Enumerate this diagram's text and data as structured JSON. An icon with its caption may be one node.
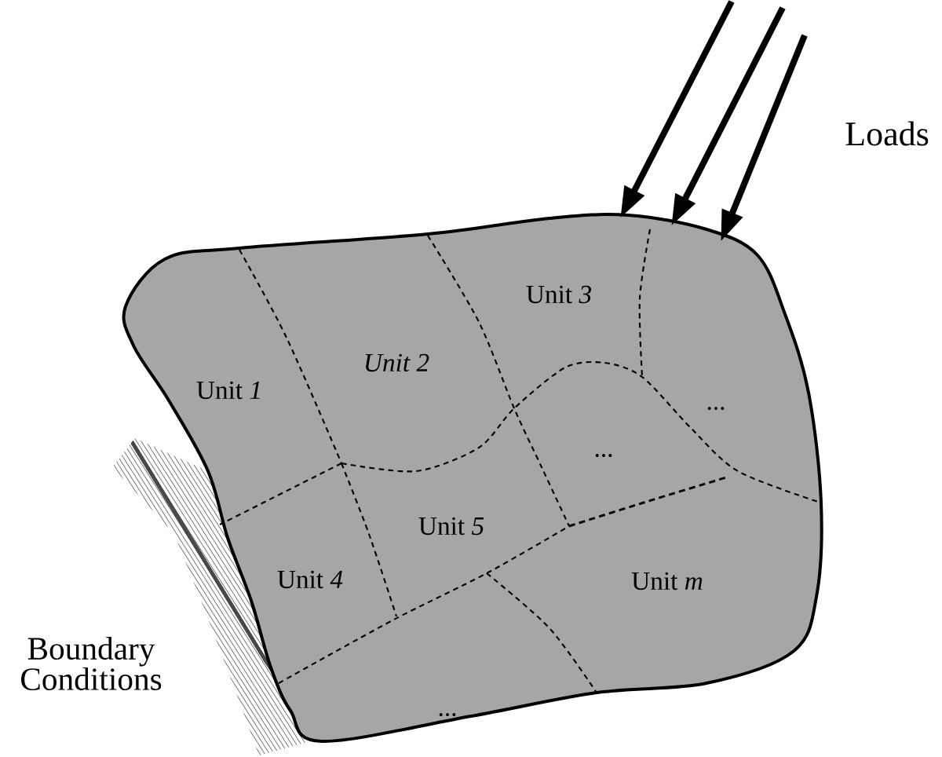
{
  "diagram": {
    "labels": [
      "Loads",
      "Unit *3*",
      "Unit 2",
      "Unit *1*",
      "...",
      "...",
      "Unit *5*",
      "Unit *4*",
      "Unit *m*",
      "Boundary Conditions",
      "..."
    ]
  }
}
